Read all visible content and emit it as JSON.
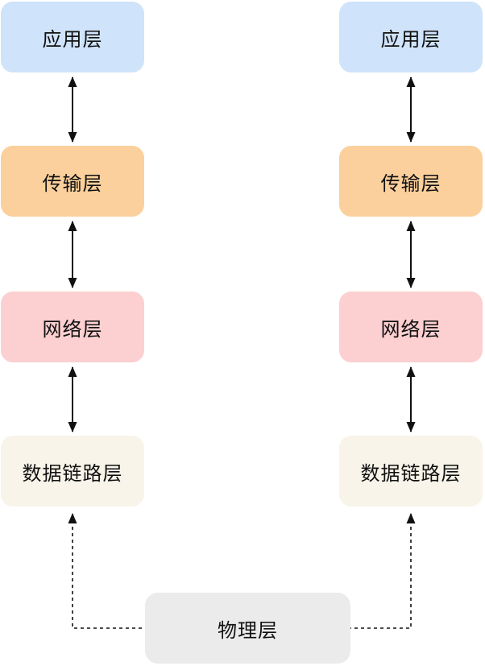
{
  "diagram": {
    "type": "layered-network-stack",
    "description_visible_text_only": true,
    "columns": 2,
    "layers": [
      {
        "label": "应用层",
        "fill": "#cfe3fa"
      },
      {
        "label": "传输层",
        "fill": "#fbd09c"
      },
      {
        "label": "网络层",
        "fill": "#fccfd0"
      },
      {
        "label": "数据链路层",
        "fill": "#f8f4e9"
      }
    ],
    "physical_layer": {
      "label": "物理层",
      "fill": "#ebebeb"
    },
    "connectors": {
      "between_layers": "double-headed solid arrow",
      "to_physical_layer": "dashed line with arrowhead into data-link layer",
      "color": "#111111"
    },
    "background": "#ffffff",
    "text_color": "#111111"
  }
}
